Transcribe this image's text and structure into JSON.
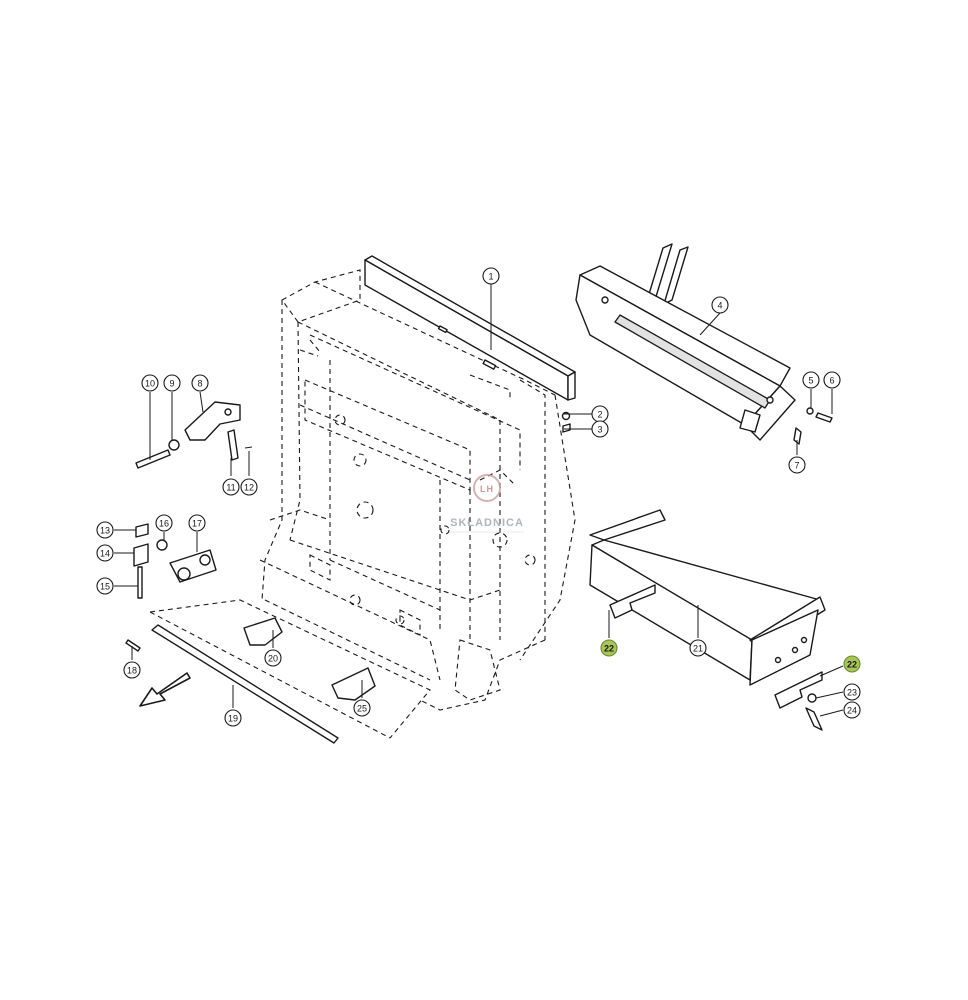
{
  "diagram": {
    "watermark": {
      "text": "SKŁADNICA",
      "initials": "LH"
    },
    "callouts": [
      {
        "id": "1",
        "label": "1",
        "highlighted": false
      },
      {
        "id": "2",
        "label": "2",
        "highlighted": false
      },
      {
        "id": "3",
        "label": "3",
        "highlighted": false
      },
      {
        "id": "4",
        "label": "4",
        "highlighted": false
      },
      {
        "id": "5",
        "label": "5",
        "highlighted": false
      },
      {
        "id": "6",
        "label": "6",
        "highlighted": false
      },
      {
        "id": "7",
        "label": "7",
        "highlighted": false
      },
      {
        "id": "8",
        "label": "8",
        "highlighted": false
      },
      {
        "id": "9",
        "label": "9",
        "highlighted": false
      },
      {
        "id": "10",
        "label": "10",
        "highlighted": false
      },
      {
        "id": "11",
        "label": "11",
        "highlighted": false
      },
      {
        "id": "12",
        "label": "12",
        "highlighted": false
      },
      {
        "id": "13",
        "label": "13",
        "highlighted": false
      },
      {
        "id": "14",
        "label": "14",
        "highlighted": false
      },
      {
        "id": "15",
        "label": "15",
        "highlighted": false
      },
      {
        "id": "16",
        "label": "16",
        "highlighted": false
      },
      {
        "id": "17",
        "label": "17",
        "highlighted": false
      },
      {
        "id": "18",
        "label": "18",
        "highlighted": false
      },
      {
        "id": "19",
        "label": "19",
        "highlighted": false
      },
      {
        "id": "20",
        "label": "20",
        "highlighted": false
      },
      {
        "id": "21",
        "label": "21",
        "highlighted": false
      },
      {
        "id": "22a",
        "label": "22",
        "highlighted": true
      },
      {
        "id": "22b",
        "label": "22",
        "highlighted": true
      },
      {
        "id": "23",
        "label": "23",
        "highlighted": false
      },
      {
        "id": "24",
        "label": "24",
        "highlighted": false
      },
      {
        "id": "25",
        "label": "25",
        "highlighted": false
      }
    ],
    "colors": {
      "highlight": "#a8c45a",
      "line": "#1a1a1a",
      "watermark": "#9aa3ad"
    },
    "direction_arrow": "arrow-icon"
  }
}
